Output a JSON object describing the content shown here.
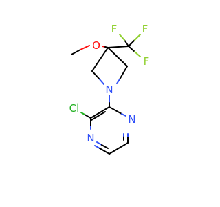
{
  "molecule": {
    "atoms": {
      "methoxy_o": "O",
      "fluorine_top_left": "F",
      "fluorine_top_right": "F",
      "fluorine_right": "F",
      "azetidine_n": "N",
      "chlorine": "Cl",
      "pyrazine_n_right": "N",
      "pyrazine_n_left": "N"
    },
    "colors": {
      "bond": "#000000",
      "nitrogen": "#3050F8",
      "oxygen": "#FF0D0D",
      "fluorine": "#90D030",
      "chlorine": "#1FB01F"
    }
  }
}
